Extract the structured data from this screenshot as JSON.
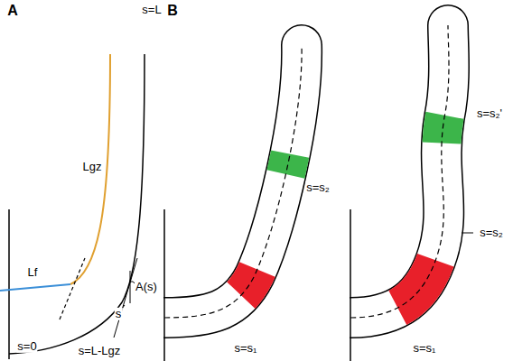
{
  "diagram": {
    "labels": [
      "A",
      "B",
      "s=L",
      "Lgz",
      "Lf",
      "A(s)",
      "s",
      "s=L-Lgz",
      "s=0",
      "s=s₂",
      "s=s₁",
      "s=s₂'",
      "s=s₂",
      "s=s₁"
    ]
  }
}
